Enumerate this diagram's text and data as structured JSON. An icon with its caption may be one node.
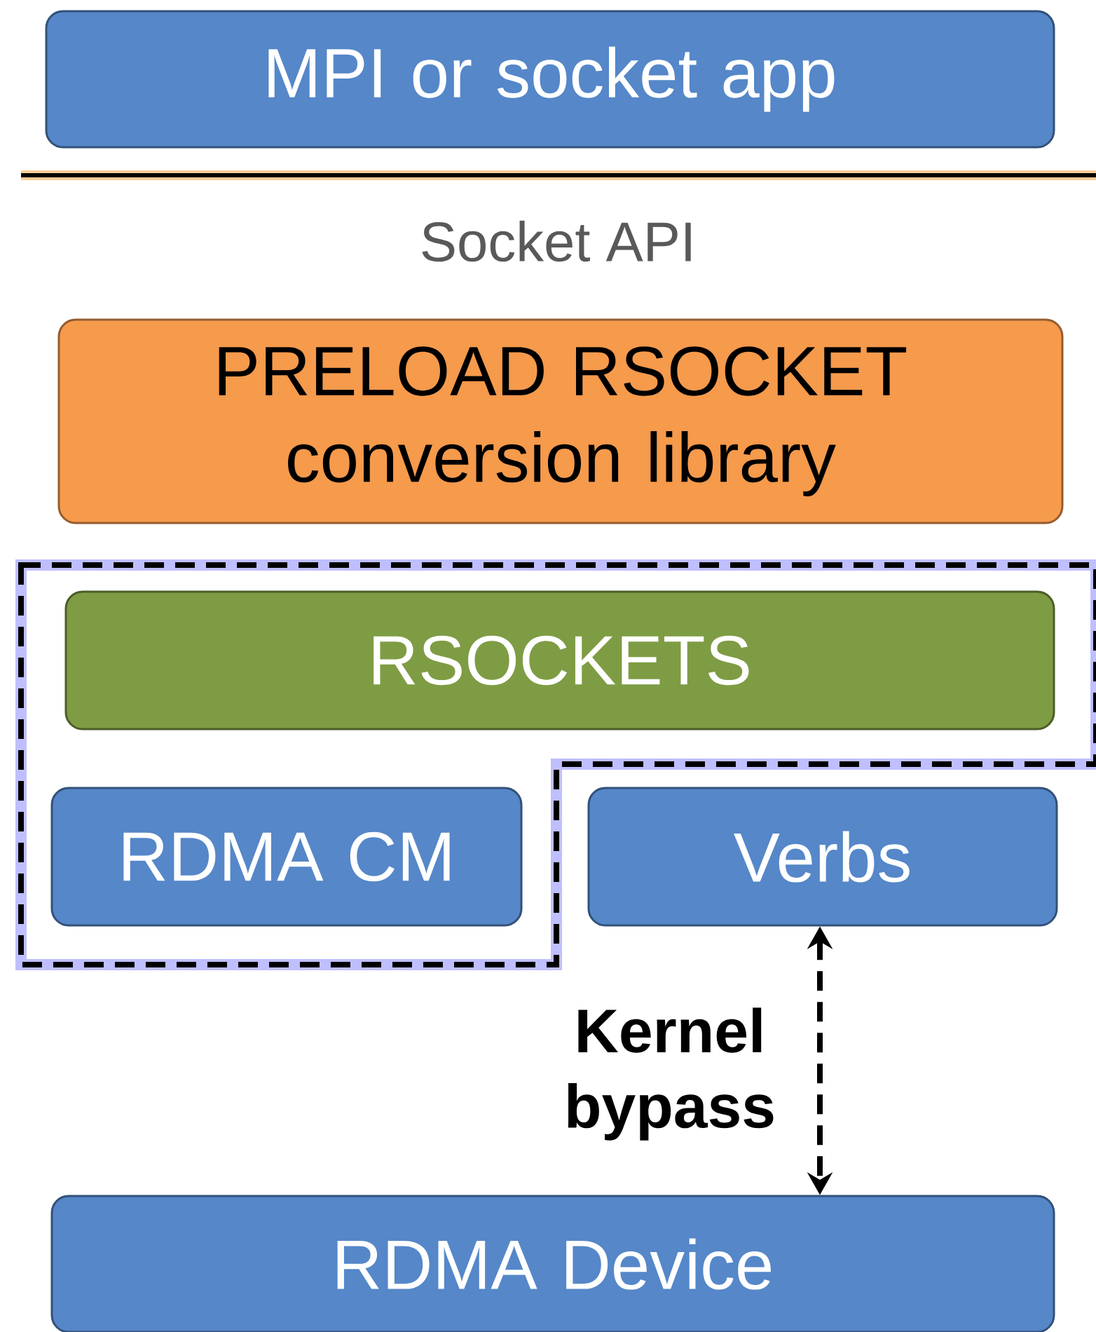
{
  "diagram": {
    "nodes": [
      {
        "text": [
          "MPI or socket app"
        ]
      },
      {
        "text": [
          "PRELOAD RSOCKET conversion library"
        ]
      },
      {
        "text": [
          "RSOCKETS"
        ]
      },
      {
        "text": [
          "RDMA CM"
        ]
      },
      {
        "text": [
          "Verbs"
        ]
      },
      {
        "text": [
          "RDMA Device"
        ]
      }
    ],
    "edges": [
      {
        "from": 4,
        "to": 5,
        "arrow": "both",
        "style": "dashed",
        "label": "Kernel bypass"
      }
    ],
    "labels": [
      "Socket API"
    ]
  }
}
